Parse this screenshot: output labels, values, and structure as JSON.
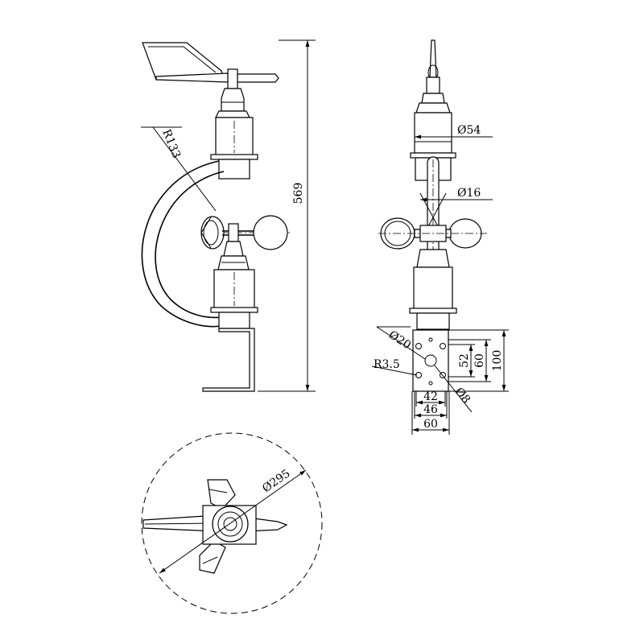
{
  "dimensions": {
    "overall_height": "569",
    "arm_radius": "R133",
    "housing_diameter": "Ø54",
    "rod_diameter": "Ø16",
    "hole_circle_diameter": "Ø20",
    "hole_radius": "R3.5",
    "bolt_diameter": "Ø8",
    "bracket_inner_height": "52",
    "bracket_mid_height": "60",
    "bracket_height": "100",
    "bracket_inner_width": "42",
    "bracket_mid_width": "46",
    "bracket_width": "60",
    "sweep_diameter": "Ø295"
  }
}
